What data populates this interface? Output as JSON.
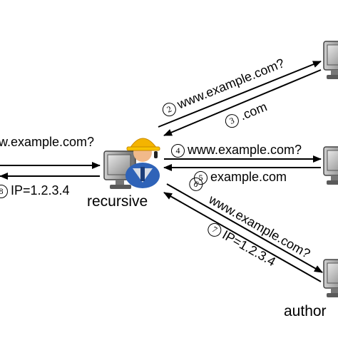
{
  "diagram": {
    "left_query": "w.example.com?",
    "left_answer": {
      "step": "8",
      "text": "IP=1.2.3.4"
    },
    "recursive_label": "recursive",
    "author_label": "author",
    "edges": [
      {
        "step": "2",
        "text": "www.example.com?"
      },
      {
        "step": "3",
        "text": ".com"
      },
      {
        "step": "4",
        "text": "www.example.com?"
      },
      {
        "step": "5",
        "text": "example.com"
      },
      {
        "step": "6",
        "text": "www.example.com?"
      },
      {
        "step": "7",
        "text": "IP=1.2.3.4"
      }
    ],
    "icons": [
      "computer-icon",
      "worker-icon"
    ]
  }
}
